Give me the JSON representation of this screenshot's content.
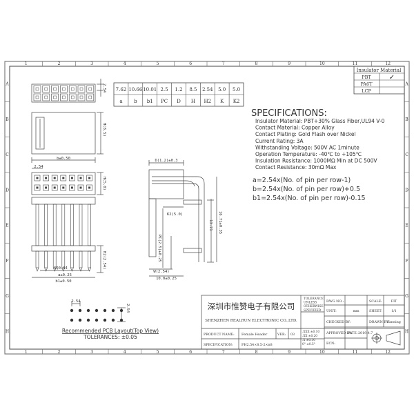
{
  "frame": {
    "col_numbers": [
      "1",
      "2",
      "3",
      "4",
      "5",
      "6",
      "7",
      "8",
      "9",
      "10",
      "11",
      "12"
    ],
    "row_letters": [
      "A",
      "B",
      "C",
      "D",
      "E",
      "F",
      "G",
      "H"
    ]
  },
  "insulator_table": {
    "title": "Insulator Material",
    "rows": [
      {
        "label": "PBT",
        "checked": true
      },
      {
        "label": "PA6T",
        "checked": false
      },
      {
        "label": "LCP",
        "checked": false
      }
    ],
    "check_glyph": "✓"
  },
  "dim_table": {
    "values": [
      "7.62",
      "10.66",
      "10.01",
      "2.5",
      "1.2",
      "8.5",
      "2.54",
      "5.0",
      "5.0"
    ],
    "keys": [
      "a",
      "b",
      "b1",
      "PC",
      "D",
      "H",
      "H2",
      "K",
      "K2"
    ]
  },
  "specs": {
    "heading": "SPECIFICATIONS:",
    "lines": [
      "Insulator Material: PBT+30% Glass Fiber,UL94 V-0",
      "Contact Material: Copper Alloy",
      "Contact Plating: Gold Flash over Nickel",
      "Current Rating: 3A",
      "Withstanding Voltage: 500V AC 1minute",
      "Operation Temperature: -40℃ to +105℃",
      "Insulation Resistance: 1000MΩ Min at DC 500V",
      "Contact Resistance: 30mΩ Max"
    ],
    "formulas": [
      "a=2.54x(No. of pin per row-1)",
      "b=2.54x(No. of pin per row)+0.5",
      "b1=2.54x(No. of pin per row)-0.15"
    ]
  },
  "dims": {
    "top_pitch": "2.54",
    "h_body": "H(8.5)",
    "b_tol": "b±0.50",
    "pitch_front": "2.54",
    "side_h": "H(5.0)",
    "k2": "K2(5.0)",
    "pc": "PC(2.5)±0.25",
    "h2": "H2(2.54)",
    "b1": "b1±0.50",
    "a": "a±0.25",
    "sq": "SQ0.64",
    "d": "D(1.2)±0.3",
    "dim_13": "13.71",
    "dim_16": "16.71±0.35",
    "w": "W(2.54)",
    "w2": "10.0±0.25",
    "pcb_pitch_x": "2.54",
    "pcb_pitch_y": "2.54",
    "pcb_caption": "Recommended PCB Layout(Top View)",
    "pcb_tolerance": "TOLERANCES: ±0.05"
  },
  "title_block": {
    "company_cn": "深圳市惟赞电子有限公司",
    "company_en": "SHENZHEN REALRUN ELECTRONIC CO.,LTD.",
    "tolerance_note": [
      "TOLERANCE",
      "UNLESS",
      "OTHERWISE",
      "SPECIFIED"
    ],
    "tol_rows": [
      ".XXX ±0.10",
      ".XX ±0.20",
      ".X ±0.30",
      "0° ±0.5°"
    ],
    "dwg_no_label": "DWG NO.:",
    "scale_label": "SCALE:",
    "scale_value": "FIT",
    "unit_label": "UNIT:",
    "unit_value": "mm",
    "sheet_label": "SHEET:",
    "sheet_value": "1/1",
    "checked_label": "CHECKED BY:",
    "drawn_label": "DRAWN BY:",
    "drawn_value": "Fanning",
    "approved_label": "APPROVED BY:",
    "date_label": "DATE:",
    "date_value": "2019.4.7",
    "ecn_label": "ECN:",
    "product_name_label": "PRODUCT NAME:",
    "product_name_value": "Female Header",
    "ver_label": "VER:",
    "ver_value": "03",
    "spec_label": "SPECIFICATION:",
    "spec_value": "FH2.54×8.5-2×n8"
  }
}
